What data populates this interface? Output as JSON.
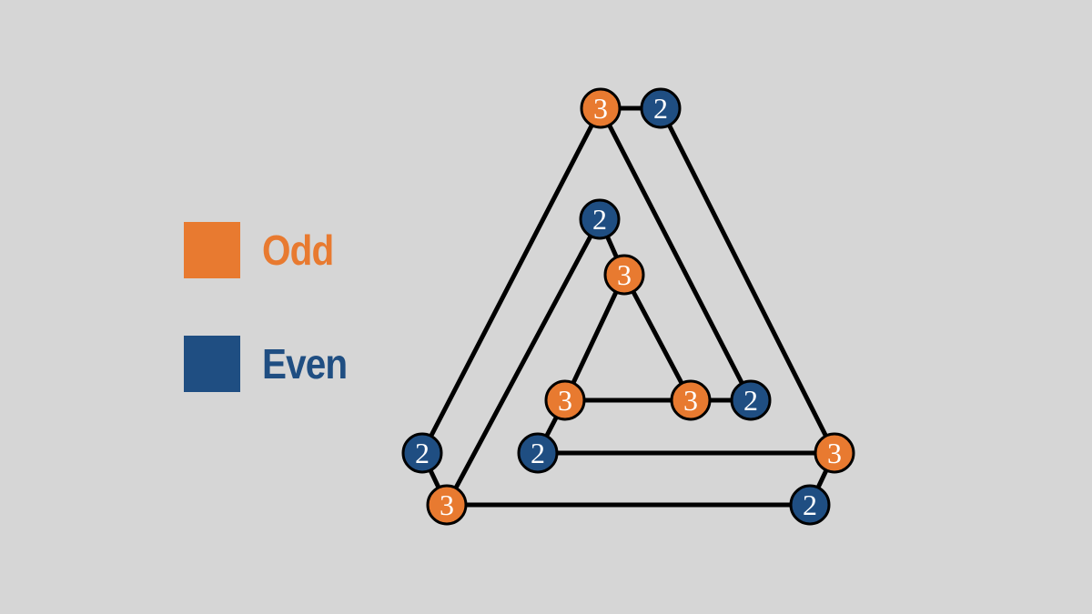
{
  "colors": {
    "odd": "#e87a30",
    "even": "#1f4e82",
    "edge": "#000000",
    "background": "#d6d6d6"
  },
  "legend": {
    "odd_label": "Odd",
    "even_label": "Even"
  },
  "graph": {
    "nodes": [
      {
        "id": "A",
        "degree": "3",
        "parity": "odd"
      },
      {
        "id": "B",
        "degree": "2",
        "parity": "even"
      },
      {
        "id": "C",
        "degree": "2",
        "parity": "even"
      },
      {
        "id": "D",
        "degree": "3",
        "parity": "odd"
      },
      {
        "id": "E",
        "degree": "3",
        "parity": "odd"
      },
      {
        "id": "F",
        "degree": "3",
        "parity": "odd"
      },
      {
        "id": "G",
        "degree": "2",
        "parity": "even"
      },
      {
        "id": "H",
        "degree": "2",
        "parity": "even"
      },
      {
        "id": "I",
        "degree": "2",
        "parity": "even"
      },
      {
        "id": "J",
        "degree": "3",
        "parity": "odd"
      },
      {
        "id": "K",
        "degree": "3",
        "parity": "odd"
      },
      {
        "id": "L",
        "degree": "2",
        "parity": "even"
      }
    ],
    "edges": [
      [
        "A",
        "B"
      ],
      [
        "A",
        "H"
      ],
      [
        "A",
        "G"
      ],
      [
        "B",
        "J"
      ],
      [
        "C",
        "D"
      ],
      [
        "C",
        "K"
      ],
      [
        "D",
        "E"
      ],
      [
        "D",
        "F"
      ],
      [
        "E",
        "F"
      ],
      [
        "E",
        "I"
      ],
      [
        "F",
        "G"
      ],
      [
        "H",
        "K"
      ],
      [
        "I",
        "J"
      ],
      [
        "J",
        "L"
      ],
      [
        "K",
        "L"
      ]
    ]
  }
}
